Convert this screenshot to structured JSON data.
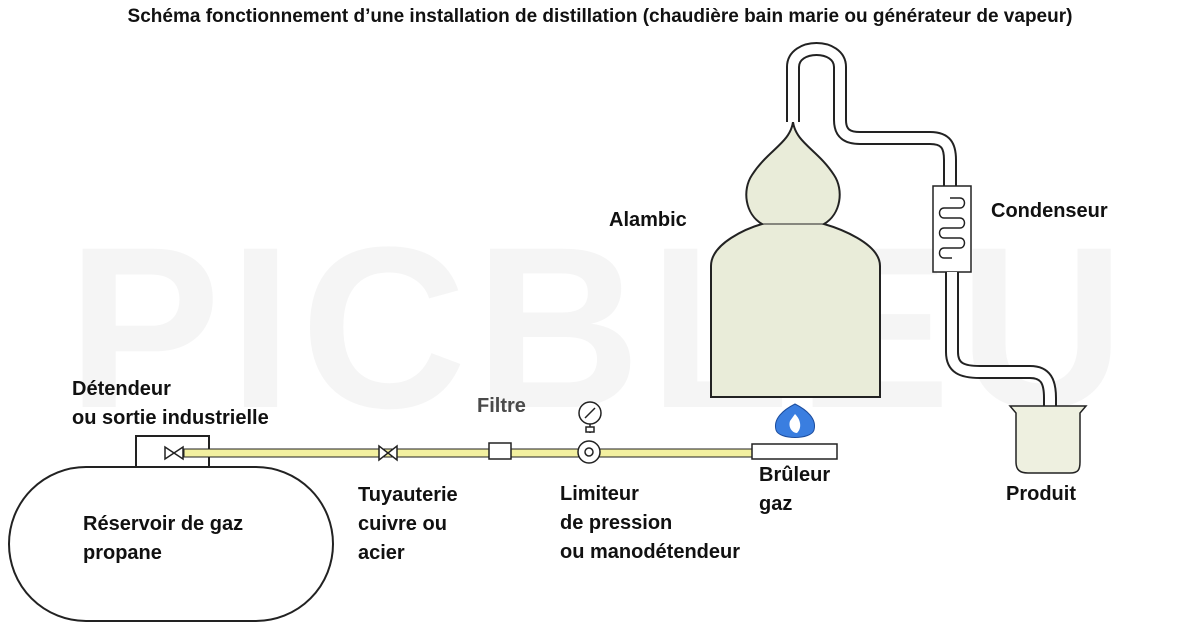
{
  "title": "Schéma fonctionnement d’une installation de distillation (chaudière bain marie ou générateur de vapeur)",
  "watermark": "PICBLEU",
  "labels": {
    "detendeur": [
      "Détendeur",
      "ou sortie industrielle"
    ],
    "filtre": "Filtre",
    "alambic": "Alambic",
    "condenseur": "Condenseur",
    "reservoir": [
      "Réservoir de gaz",
      "propane"
    ],
    "tuyauterie": [
      "Tuyauterie",
      "cuivre ou",
      "acier"
    ],
    "limiteur": [
      "Limiteur",
      "de pression",
      "ou manodétendeur"
    ],
    "bruleur": [
      "Brûleur",
      "gaz"
    ],
    "produit": "Produit"
  },
  "colors": {
    "pipe_fill": "#f3f0a0",
    "still_fill": "#e9ecd9",
    "flame_blue": "#3a7ee0",
    "outline": "#222222",
    "filtre_text": "#4a4a4a"
  },
  "icons": [
    "valve-icon",
    "pressure-gauge-icon",
    "flame-icon",
    "coil-icon"
  ]
}
